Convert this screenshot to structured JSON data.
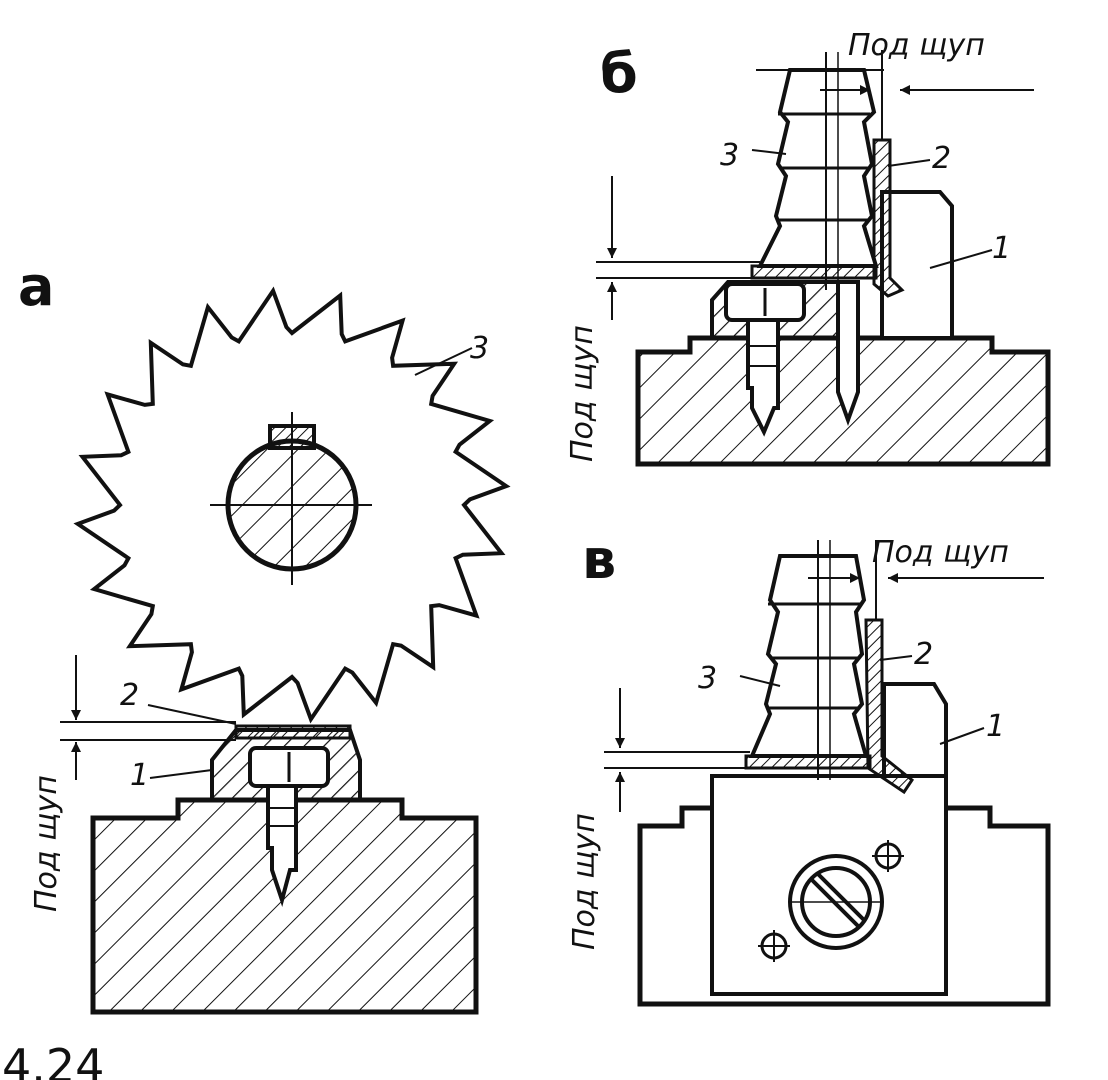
{
  "figure": {
    "caption": "4.24",
    "note_label": "Под щуп",
    "panels": [
      {
        "id": "a",
        "letter": "а",
        "parts": [
          "1",
          "2",
          "3"
        ]
      },
      {
        "id": "b",
        "letter": "б",
        "parts": [
          "1",
          "2",
          "3"
        ]
      },
      {
        "id": "v",
        "letter": "в",
        "parts": [
          "1",
          "2",
          "3"
        ]
      }
    ]
  },
  "colors": {
    "ink": "#111111",
    "paper": "#ffffff"
  }
}
